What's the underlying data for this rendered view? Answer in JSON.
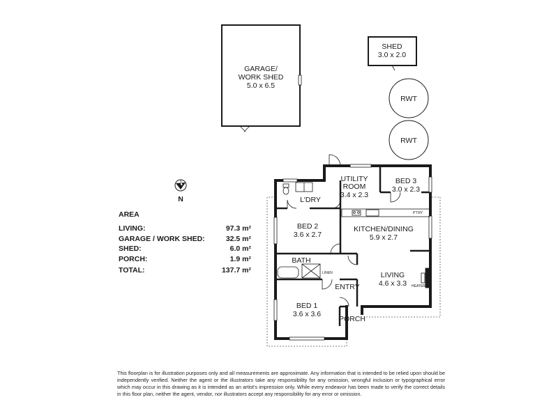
{
  "structures": {
    "garage": {
      "name_line1": "GARAGE/",
      "name_line2": "WORK SHED",
      "dims": "5.0 x 6.5"
    },
    "shed": {
      "name": "SHED",
      "dims": "3.0 x 2.0"
    },
    "rwt1": "RWT",
    "rwt2": "RWT"
  },
  "compass": {
    "label": "N"
  },
  "rooms": {
    "utility": {
      "name_line1": "UTILITY",
      "name_line2": "ROOM",
      "dims": "3.4 x 2.3"
    },
    "bed3": {
      "name": "BED 3",
      "dims": "3.0 x 2.3"
    },
    "ldry": {
      "name": "L'DRY"
    },
    "bed2": {
      "name": "BED 2",
      "dims": "3.6 x 2.7"
    },
    "kitchen": {
      "name": "KITCHEN/DINING",
      "dims": "5.9 x 2.7"
    },
    "bath": {
      "name": "BATH"
    },
    "linen": {
      "name": "LINEN"
    },
    "living": {
      "name": "LIVING",
      "dims": "4.6 x 3.3"
    },
    "heater": {
      "name": "HEATER"
    },
    "pantry": {
      "name": "P'TRY"
    },
    "entry": {
      "name": "ENTRY"
    },
    "bed1": {
      "name": "BED 1",
      "dims": "3.6 x 3.6"
    },
    "porch": {
      "name": "PORCH"
    }
  },
  "area": {
    "title": "AREA",
    "rows": [
      {
        "label": "LIVING:",
        "value": "97.3 m²"
      },
      {
        "label": "GARAGE / WORK SHED:",
        "value": "32.5 m²"
      },
      {
        "label": "SHED:",
        "value": "6.0 m²"
      },
      {
        "label": "PORCH:",
        "value": "1.9 m²"
      }
    ],
    "total": {
      "label": "TOTAL:",
      "value": "137.7 m²"
    }
  },
  "disclaimer": "This floorplan is for illustration purposes only and all measurements are approximate. Any information that is intended to be relied upon should be independently verified. Neither the agent or the illustrators take any responsibility for any omission, wrongful inclusion or typographical error which may occur in this drawing as it is intended as an artist's impression only. While every endeavor has been made to verify the correct details in this floor plan, neither the agent, vendor, nor illustrators accept any responsibility for any error or omission."
}
